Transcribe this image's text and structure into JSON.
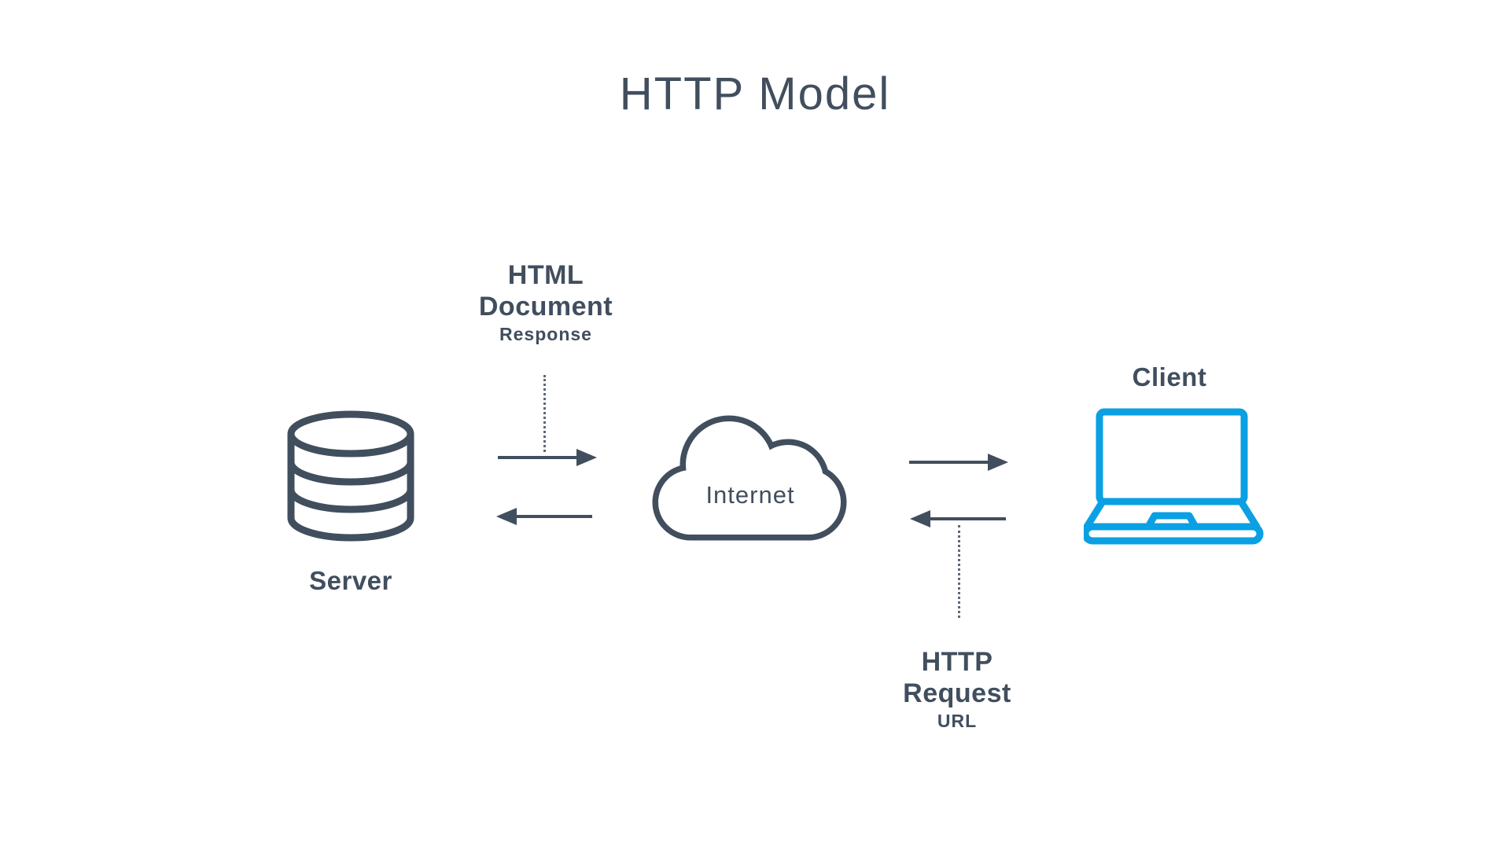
{
  "title": "HTTP Model",
  "colors": {
    "ink": "#414e5e",
    "accent": "#0aa0e3",
    "background": "#ffffff"
  },
  "nodes": {
    "server": {
      "label": "Server",
      "icon": "database-icon"
    },
    "internet": {
      "label": "Internet",
      "icon": "cloud-icon"
    },
    "client": {
      "label": "Client",
      "icon": "laptop-icon"
    }
  },
  "flows": {
    "response": {
      "line1": "HTML",
      "line2": "Document",
      "subtitle": "Response",
      "direction": "server-to-client"
    },
    "request": {
      "line1": "HTTP",
      "line2": "Request",
      "subtitle": "URL",
      "direction": "client-to-server"
    }
  }
}
